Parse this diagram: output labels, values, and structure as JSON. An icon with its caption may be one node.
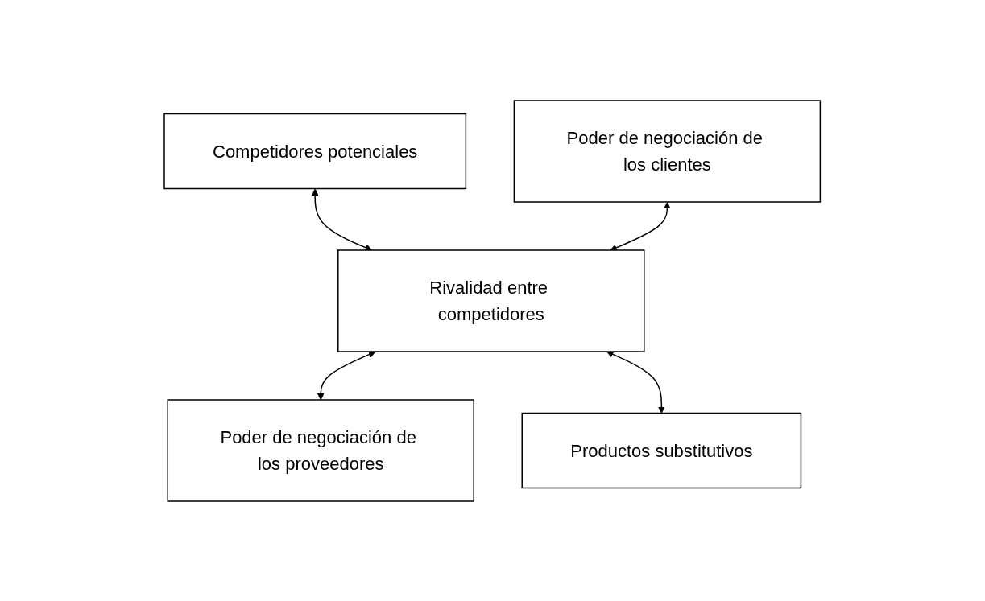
{
  "diagram": {
    "nodes": [
      {
        "text": [
          "Competidores potenciales"
        ]
      },
      {
        "text": [
          "Poder de negociación de los clientes"
        ]
      },
      {
        "text": [
          "Rivalidad entre competidores"
        ]
      },
      {
        "text": [
          "Poder de negociación de los proveedores"
        ]
      },
      {
        "text": [
          "Productos substitutivos"
        ]
      }
    ],
    "edges": [
      {
        "from": 0,
        "to": 2,
        "arrow": "both"
      },
      {
        "from": 1,
        "to": 2,
        "arrow": "both"
      },
      {
        "from": 2,
        "to": 3,
        "arrow": "both"
      },
      {
        "from": 2,
        "to": 4,
        "arrow": "both"
      }
    ]
  }
}
